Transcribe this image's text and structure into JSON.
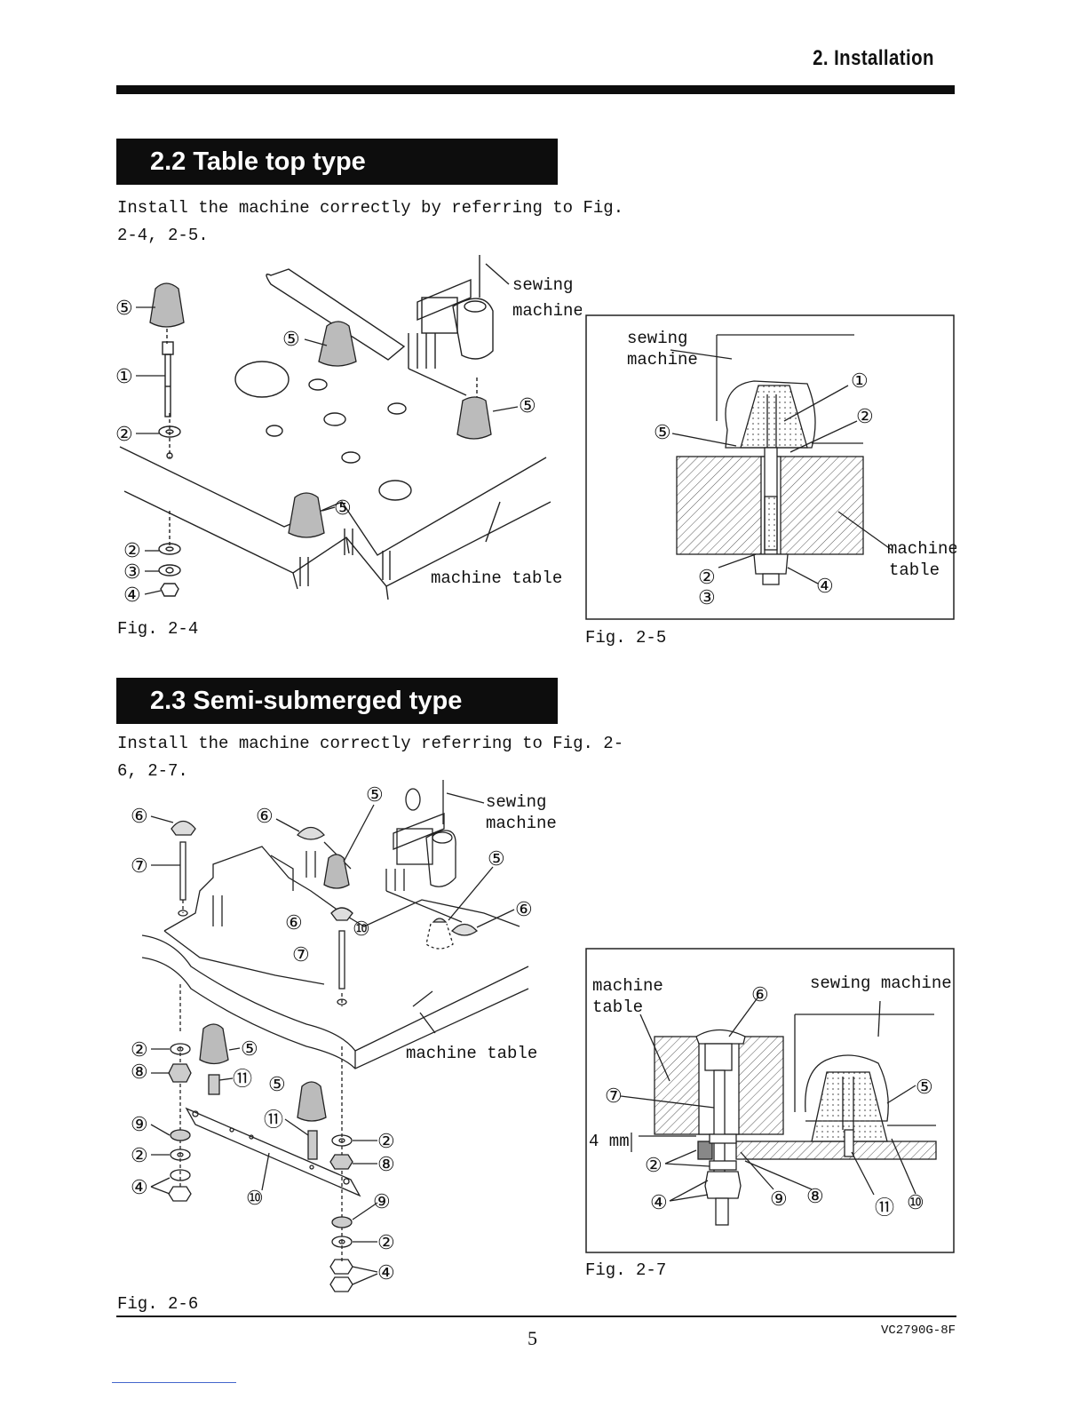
{
  "header": {
    "title": "2. Installation"
  },
  "sections": [
    {
      "title": "2.2 Table top type",
      "text": "Install the machine correctly by referring to Fig.",
      "text2": "2-4, 2-5."
    },
    {
      "title": "2.3 Semi-submerged type",
      "text": "Install the machine correctly referring to Fig. 2-",
      "text2": "6, 2-7."
    }
  ],
  "figures": {
    "fig24": {
      "caption": "Fig. 2-4",
      "label_sewing": "sewing",
      "label_machine": "machine",
      "label_table": "machine table",
      "callouts": [
        "⑤",
        "①",
        "②",
        "⑤",
        "⑤",
        "⑤",
        "②",
        "③",
        "④"
      ]
    },
    "fig25": {
      "caption": "Fig. 2-5",
      "label_sewing": "sewing",
      "label_machine": "machine",
      "label_mt1": "machine",
      "label_mt2": "table",
      "callouts": [
        "①",
        "②",
        "⑤",
        "②",
        "③",
        "④"
      ]
    },
    "fig26": {
      "caption": "Fig. 2-6",
      "label_sewing": "sewing",
      "label_machine": "machine",
      "label_table": "machine table",
      "callouts": [
        "⑥",
        "⑦",
        "⑥",
        "⑤",
        "⑤",
        "⑥",
        "⑥",
        "⑩",
        "⑦",
        "②",
        "⑤",
        "⑧",
        "⑪",
        "⑤",
        "⑪",
        "⑨",
        "②",
        "④",
        "⑩",
        "②",
        "⑧",
        "⑨",
        "②",
        "④"
      ]
    },
    "fig27": {
      "caption": "Fig. 2-7",
      "label_mt1": "machine",
      "label_mt2": "table",
      "label_sm": "sewing machine",
      "label_4mm": "4 mm",
      "callouts": [
        "⑥",
        "⑦",
        "②",
        "④",
        "⑨",
        "⑧",
        "⑤",
        "⑪",
        "⑩"
      ]
    }
  },
  "footer": {
    "page": "5",
    "code": "VC2790G-8F"
  }
}
